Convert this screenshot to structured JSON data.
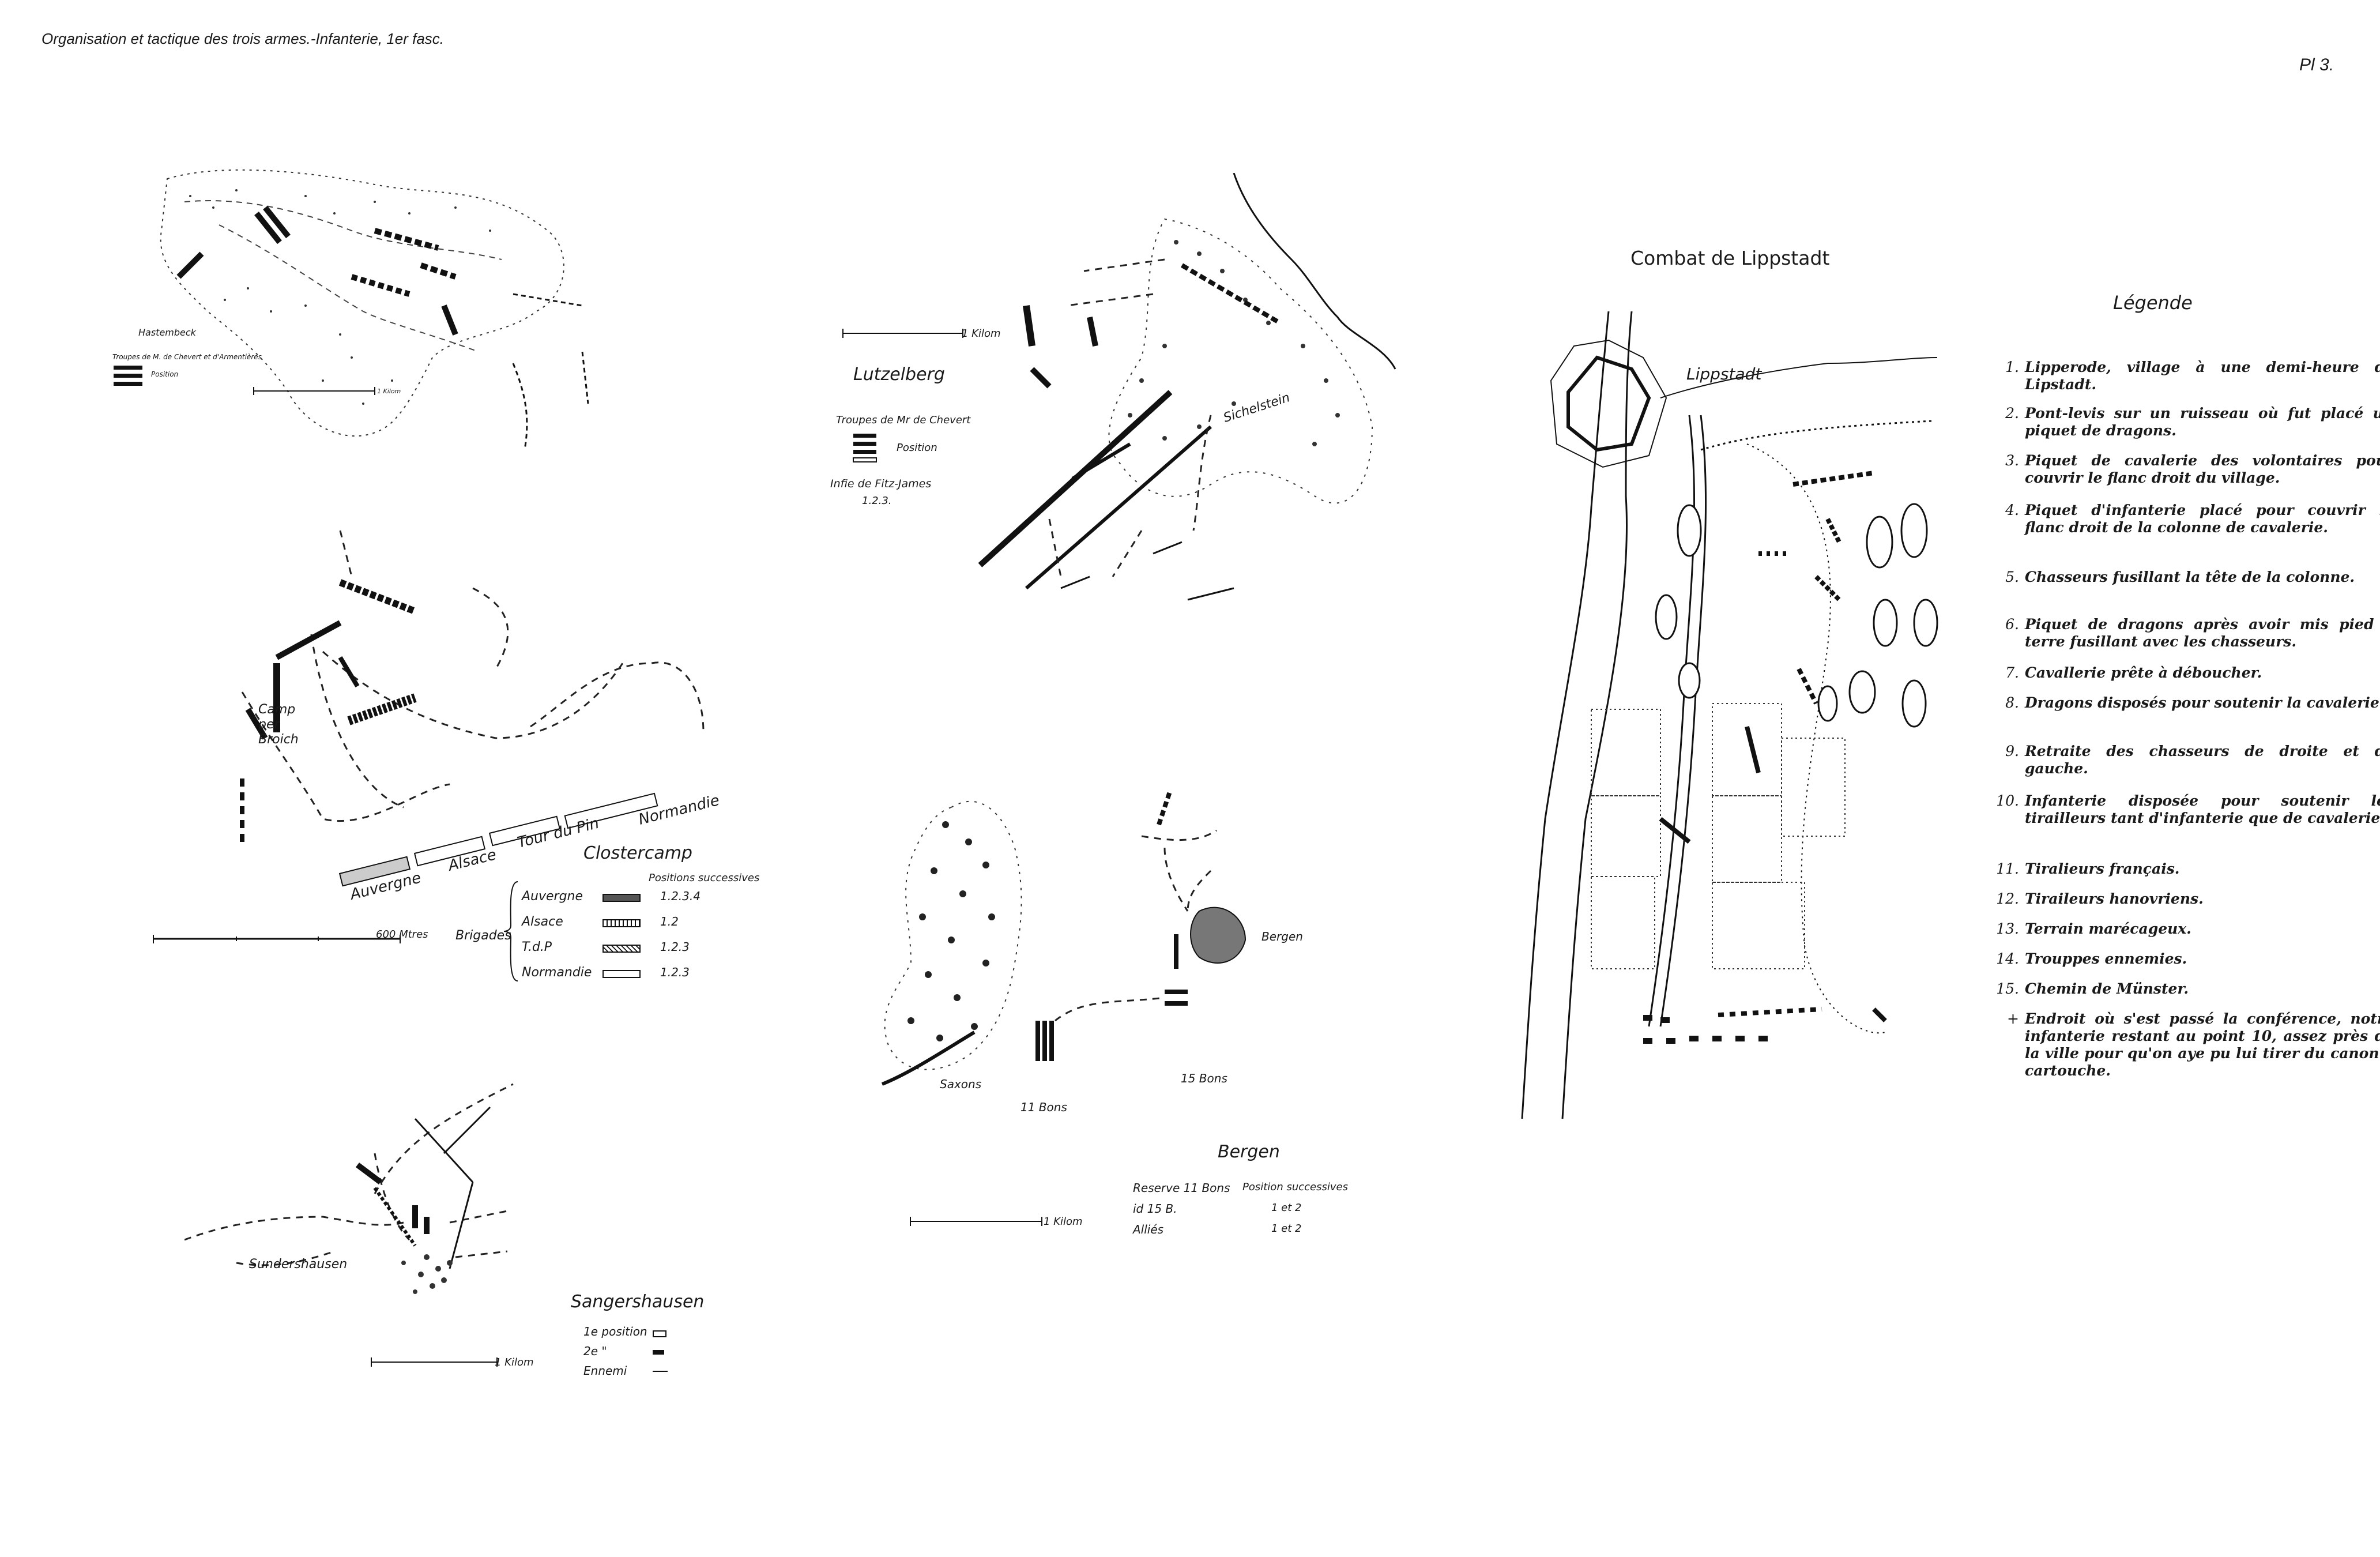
{
  "header": {
    "title": "Organisation et tactique des trois armes.-Infanterie, 1er fasc.",
    "plate": "Pl 3."
  },
  "hastembeck": {
    "title": "Hastembeck",
    "troops": "Troupes de M. de Chevert et d'Armentières",
    "position": "Position",
    "km": "1 Kilom"
  },
  "clostercamp": {
    "title": "Clostercamp",
    "camp": "Camp per Broich",
    "brigades_label": "Brigades",
    "positions_header": "Positions successives",
    "brigades": [
      {
        "name": "Auvergne",
        "positions": "1.2.3.4"
      },
      {
        "name": "Alsace",
        "positions": "1.2"
      },
      {
        "name": "T.d.P",
        "positions": "1.2.3"
      },
      {
        "name": "Normandie",
        "positions": "1.2.3"
      }
    ],
    "map_labels": [
      "Auvergne",
      "Alsace",
      "Tour du Pin",
      "Normandie"
    ],
    "scale": "600 Mtres"
  },
  "sangershausen": {
    "title": "Sangershausen",
    "town": "Sundershausen",
    "legend": [
      {
        "label": "1e position"
      },
      {
        "label": "2e  \""
      },
      {
        "label": "Ennemi"
      }
    ],
    "km": "1 Kilom"
  },
  "lutzelberg": {
    "title": "Lutzelberg",
    "troops": "Troupes de Mr de Chevert",
    "position": "Position",
    "fitz": "Infie de Fitz-James",
    "fitz_pos": "1.2.3.",
    "village": "Sichelstein",
    "km": "1 Kilom"
  },
  "bergen": {
    "title": "Bergen",
    "town": "Bergen",
    "saxons": "Saxons",
    "bons11": "11 Bons",
    "bons15": "15 Bons",
    "legend": [
      {
        "label": "Reserve 11 Bons",
        "desc": "Position successives"
      },
      {
        "label": "id  15 B.",
        "desc": "1 et 2"
      },
      {
        "label": "Alliés",
        "desc": "1 et 2"
      }
    ],
    "km": "1 Kilom"
  },
  "lippstadt": {
    "title": "Combat de Lippstadt",
    "town": "Lippstadt",
    "legend_title": "Légende",
    "legend": [
      {
        "num": "1.",
        "text": "Lipperode, village à une demi-heure de Lipstadt."
      },
      {
        "num": "2.",
        "text": "Pont-levis sur un ruisseau où fut placé un piquet de dragons."
      },
      {
        "num": "3.",
        "text": "Piquet de cavalerie des volontaires pour couvrir le flanc droit du village."
      },
      {
        "num": "4.",
        "text": "Piquet d'infanterie placé pour couvrir le flanc droit de la colonne de cavalerie."
      },
      {
        "num": "5.",
        "text": "Chasseurs fusillant la tête de la colonne."
      },
      {
        "num": "6.",
        "text": "Piquet de dragons après avoir mis pied à terre fusillant avec les chasseurs."
      },
      {
        "num": "7.",
        "text": "Cavallerie prête à déboucher."
      },
      {
        "num": "8.",
        "text": "Dragons disposés pour soutenir la cavalerie."
      },
      {
        "num": "9.",
        "text": "Retraite des chasseurs de droite et de gauche."
      },
      {
        "num": "10.",
        "text": "Infanterie disposée pour soutenir les tirailleurs tant d'infanterie que de cavalerie."
      },
      {
        "num": "11.",
        "text": "Tiralieurs français."
      },
      {
        "num": "12.",
        "text": "Tiraileurs hanovriens."
      },
      {
        "num": "13.",
        "text": "Terrain marécageux."
      },
      {
        "num": "14.",
        "text": "Trouppes ennemies."
      },
      {
        "num": "15.",
        "text": "Chemin de Münster."
      },
      {
        "num": "+",
        "text": "Endroit où s'est passé la conférence, notre infanterie restant au point 10, assez près de la ville pour qu'on aye pu lui tirer du canon à cartouche."
      }
    ]
  }
}
